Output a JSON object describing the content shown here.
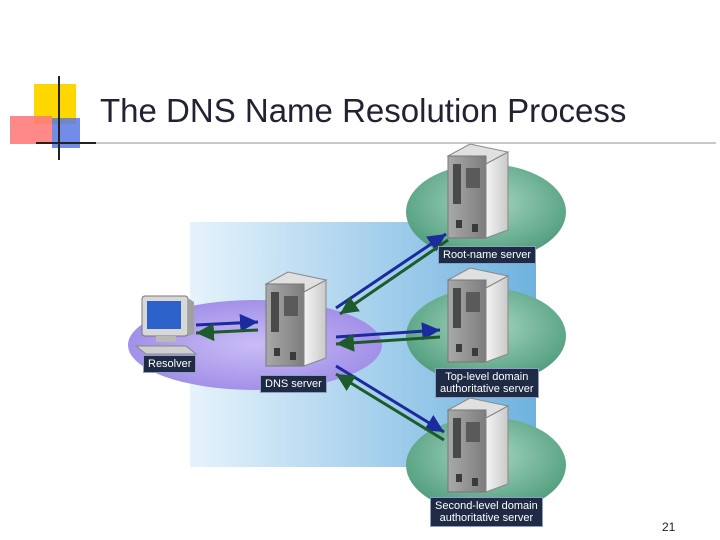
{
  "slide": {
    "title": "The DNS Name Resolution Process",
    "page_number": "21"
  },
  "diagram": {
    "nodes": {
      "resolver": {
        "label": "Resolver"
      },
      "dns_server": {
        "label": "DNS server"
      },
      "root_server": {
        "label": "Root-name server"
      },
      "tld_server": {
        "label_line1": "Top-level domain",
        "label_line2": "authoritative server"
      },
      "sld_server": {
        "label_line1": "Second-level domain",
        "label_line2": "authoritative server"
      }
    },
    "colors": {
      "local_zone": "#b7a7ef",
      "server_zone": "#5fa98e",
      "background_panel": "#8fc3e6",
      "label_bg": "#1f2b44",
      "arrow_blue": "#1b2a9c",
      "arrow_green": "#1d5a2c"
    }
  }
}
